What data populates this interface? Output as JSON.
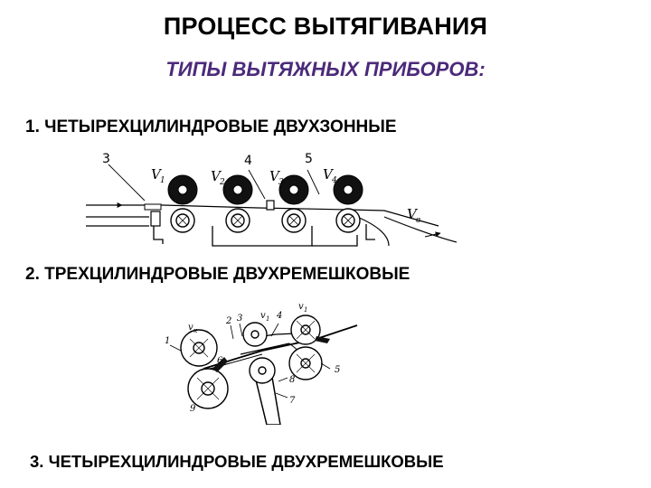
{
  "header": {
    "title": "ПРОЦЕСС ВЫТЯГИВАНИЯ",
    "subtitle": "ТИПЫ ВЫТЯЖНЫХ ПРИБОРОВ:"
  },
  "sections": [
    {
      "heading": "1. ЧЕТЫРЕХЦИЛИНДРОВЫЕ ДВУХЗОННЫЕ",
      "diagram": {
        "labels": {
          "n3": "3",
          "n4": "4",
          "n5": "5"
        },
        "speeds": {
          "v1": "V",
          "v1s": "1",
          "v2": "V",
          "v2s": "2",
          "v3": "V",
          "v3s": "3",
          "v4": "V",
          "v4s": "4",
          "vb": "V",
          "vbs": "в"
        }
      }
    },
    {
      "heading": "2. ТРЕХЦИЛИНДРОВЫЕ ДВУХРЕМЕШКОВЫЕ",
      "diagram": {
        "labels": {
          "n1": "1",
          "n2": "2",
          "n3": "3",
          "n4": "4",
          "n5": "5",
          "n6": "6",
          "n7": "7",
          "n8": "8",
          "n9": "9",
          "vk": "v",
          "vks": "к",
          "vp": "v",
          "vps": "1",
          "vr": "v",
          "vrs": "1"
        }
      }
    },
    {
      "heading": "3. ЧЕТЫРЕХЦИЛИНДРОВЫЕ ДВУХРЕМЕШКОВЫЕ"
    }
  ]
}
